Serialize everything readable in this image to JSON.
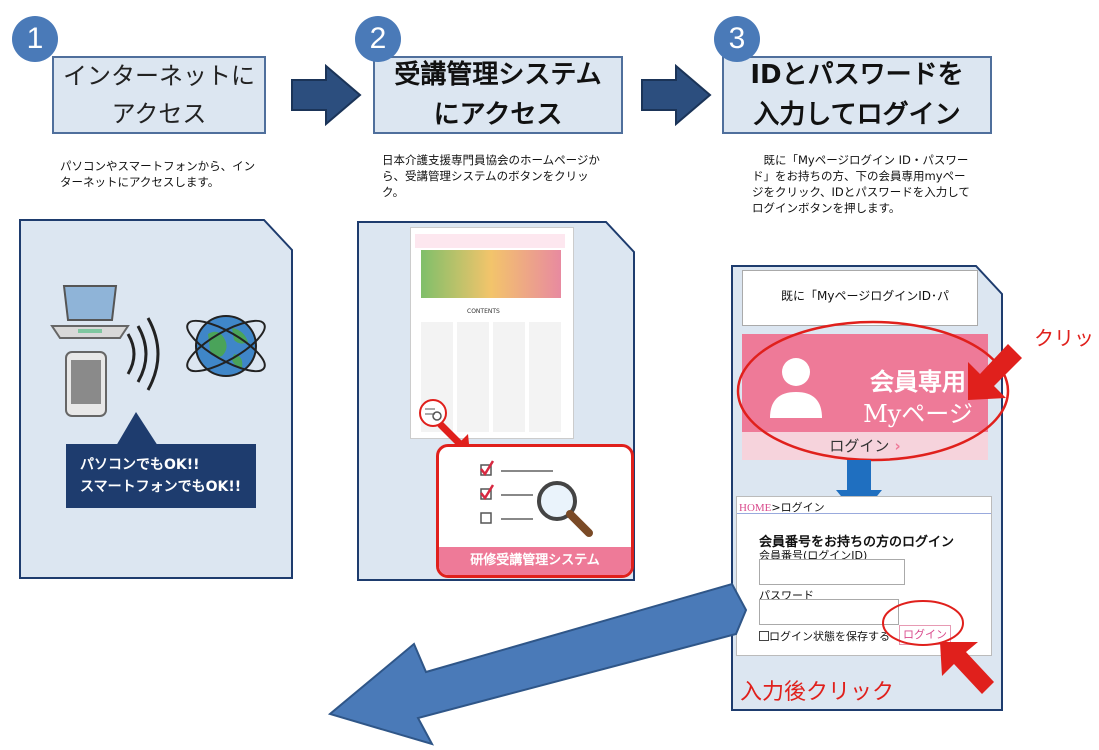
{
  "steps": [
    {
      "number": "1",
      "title_line1": "インターネットに",
      "title_line2": "アクセス",
      "description": "パソコンやスマートフォンから、インターネットにアクセスします。"
    },
    {
      "number": "2",
      "title_line1": "受講管理システム",
      "title_line2": "にアクセス",
      "description": "日本介護支援専門員協会のホームページから、受講管理システムのボタンをクリック。"
    },
    {
      "number": "3",
      "title_line1": "IDとパスワードを",
      "title_line2": "入力してログイン",
      "description": "既に「Myページログイン ID・パスワード」をお持ちの方、下の会員専用myページをクリック、IDとパスワードを入力してログインボタンを押します。"
    }
  ],
  "panel1": {
    "speech_line1": "パソコンでもOK!!",
    "speech_line2": "スマートフォンでもOK!!"
  },
  "panel2": {
    "website_contents_label": "CONTENTS",
    "system_button_label": "研修受講管理システム"
  },
  "panel3": {
    "top_text": "既に「MyページログインID･パ",
    "member_banner_line1": "会員専用",
    "member_banner_line2": "Myページ",
    "login_label": "ログイン",
    "click_label": "クリッ",
    "breadcrumb_home": "HOME",
    "breadcrumb_current": "ログイン",
    "form_heading": "会員番号をお持ちの方のログイン",
    "member_number_label": "会員番号(ログインID)",
    "password_label": "パスワード",
    "remember_label": "ログイン状態を保存する",
    "login_button": "ログイン",
    "after_input_label": "入力後クリック"
  },
  "colors": {
    "accent_blue": "#4a7ab8",
    "step_box_fill": "#dce6f1",
    "panel_fill": "#dce6f1",
    "navy": "#1e3c6e",
    "red": "#e0201c",
    "pink": "#ee7a98"
  }
}
